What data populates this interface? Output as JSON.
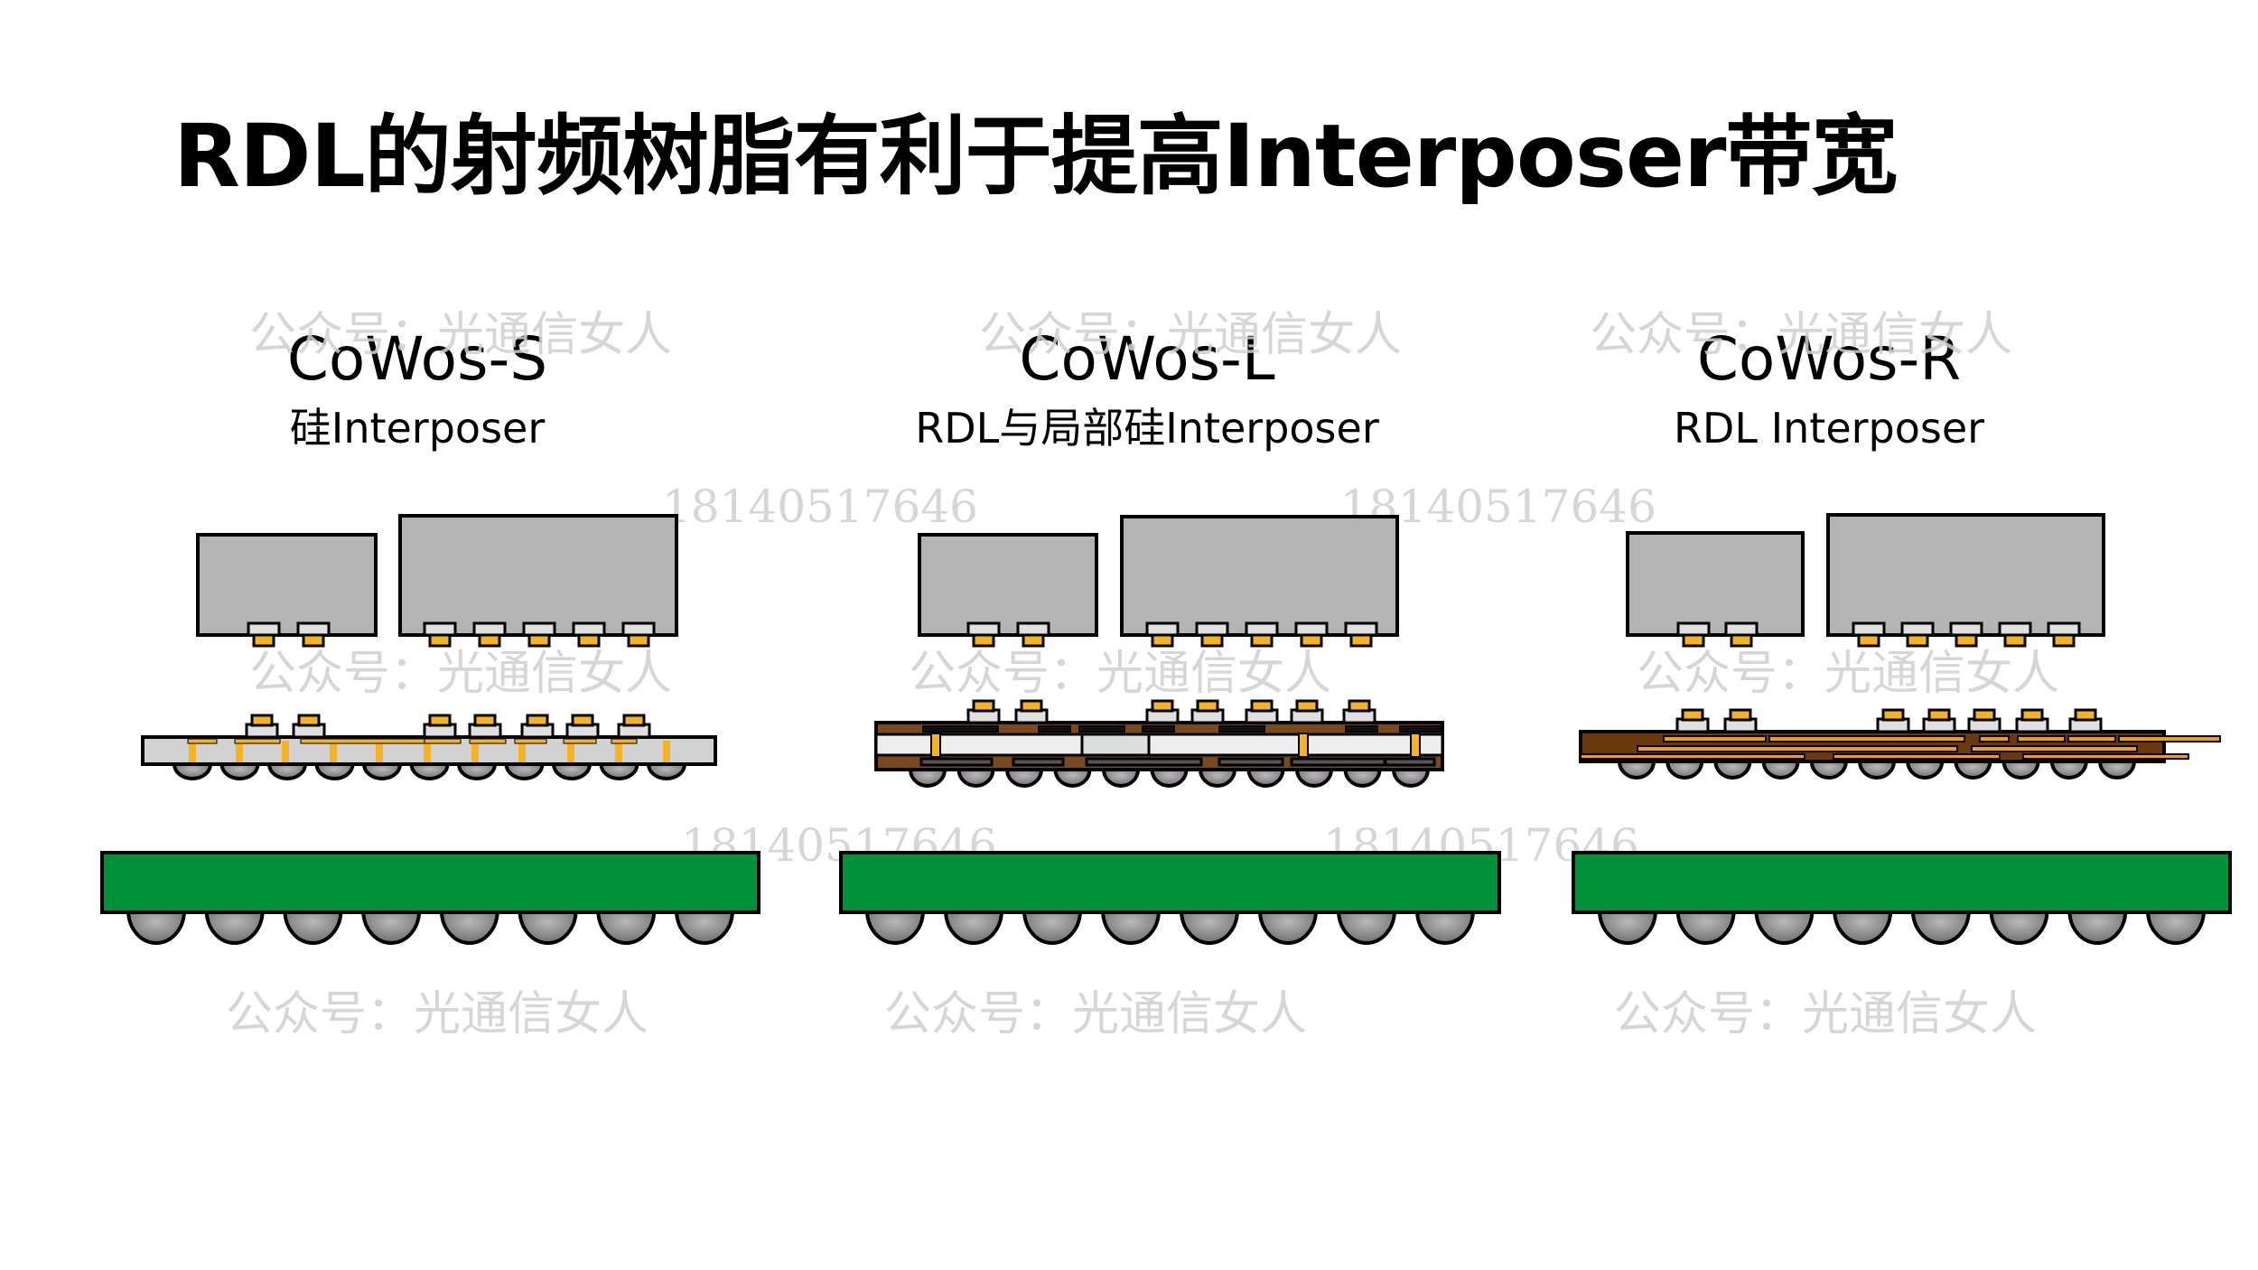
{
  "title": "RDL的射频树脂有利于提高Interposer带宽",
  "panels": [
    {
      "name": "CoWos-S",
      "subtitle": "硅Interposer",
      "interposer_type": "silicon"
    },
    {
      "name": "CoWos-L",
      "subtitle": "RDL与局部硅Interposer",
      "interposer_type": "rdl-local-silicon"
    },
    {
      "name": "CoWos-R",
      "subtitle": "RDL Interposer",
      "interposer_type": "rdl"
    }
  ],
  "watermarks": {
    "account": "公众号：光通信女人",
    "phone": "18140517646"
  },
  "colors": {
    "chip": "#b4b4b4",
    "silicon_interposer": "#d2d2d2",
    "rdl_resin": "#7a4a1e",
    "rdl_resin_dark": "#6b3a0c",
    "copper": "#f5b324",
    "substrate": "#00913a",
    "bump_pad": "#e0e0e0",
    "outline": "#000000"
  },
  "legend_counts": {
    "small_chip_bumps": 2,
    "large_chip_bumps": 5,
    "interposer_c4_balls": 11,
    "substrate_bga_balls": 8
  }
}
